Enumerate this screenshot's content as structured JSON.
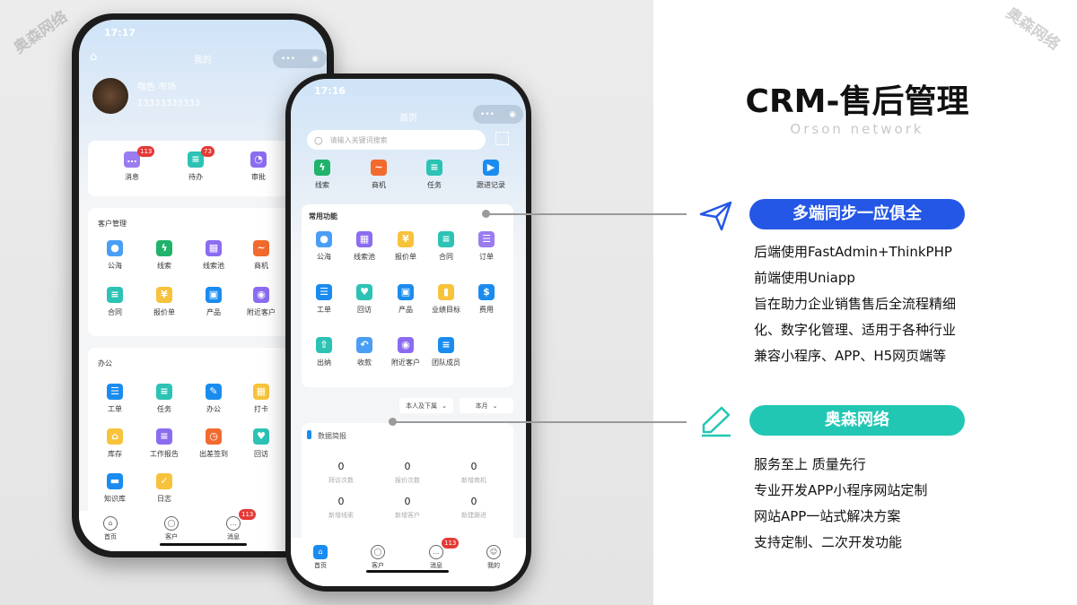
{
  "watermark": "奥森网络",
  "left_phone": {
    "time": "17:17",
    "title": "我的",
    "user_name": "咖色  市场",
    "user_phone": "13333333333",
    "top_items": [
      {
        "label": "消息",
        "badge": "113",
        "color": "#9b7cf0",
        "glyph": "…"
      },
      {
        "label": "待办",
        "badge": "73",
        "color": "#2cc3b5",
        "glyph": "≡"
      },
      {
        "label": "审批",
        "badge": "",
        "color": "#8b6cf0",
        "glyph": "◔"
      }
    ],
    "customer_section": {
      "title": "客户管理",
      "items": [
        {
          "label": "公海",
          "color": "#4a9ef5",
          "glyph": "●"
        },
        {
          "label": "线索",
          "color": "#1fb36b",
          "glyph": "ϟ"
        },
        {
          "label": "线索池",
          "color": "#8b6cf0",
          "glyph": "▦"
        },
        {
          "label": "商机",
          "color": "#f26a2e",
          "glyph": "~"
        },
        {
          "label": "合同",
          "color": "#2cc3b5",
          "glyph": "≡"
        },
        {
          "label": "报价单",
          "color": "#f7c33c",
          "glyph": "¥"
        },
        {
          "label": "产品",
          "color": "#1a8cf0",
          "glyph": "▣"
        },
        {
          "label": "附近客户",
          "color": "#8b6cf0",
          "glyph": "◉"
        }
      ]
    },
    "office_section": {
      "title": "办公",
      "items": [
        {
          "label": "工单",
          "color": "#1a8cf0",
          "glyph": "☰"
        },
        {
          "label": "任务",
          "color": "#2cc3b5",
          "glyph": "≡"
        },
        {
          "label": "办公",
          "color": "#1a8cf0",
          "glyph": "✎"
        },
        {
          "label": "打卡",
          "color": "#f7c33c",
          "glyph": "▦"
        },
        {
          "label": "库存",
          "color": "#f7c33c",
          "glyph": "⌂"
        },
        {
          "label": "工作报告",
          "color": "#8b6cf0",
          "glyph": "≡"
        },
        {
          "label": "出差签到",
          "color": "#f26a2e",
          "glyph": "◷"
        },
        {
          "label": "回访",
          "color": "#2cc3b5",
          "glyph": "♥"
        },
        {
          "label": "知识库",
          "color": "#1a8cf0",
          "glyph": "▬"
        },
        {
          "label": "日志",
          "color": "#f7c33c",
          "glyph": "✓"
        }
      ]
    },
    "tabs": [
      {
        "label": "首页",
        "glyph": "⌂"
      },
      {
        "label": "客户",
        "glyph": "◯"
      },
      {
        "label": "消息",
        "glyph": "…",
        "badge": "113"
      }
    ]
  },
  "right_phone": {
    "time": "17:16",
    "title": "首页",
    "search_placeholder": "请输入关键词搜索",
    "quick_items": [
      {
        "label": "线索",
        "color": "#1fb36b",
        "glyph": "ϟ"
      },
      {
        "label": "商机",
        "color": "#f26a2e",
        "glyph": "~"
      },
      {
        "label": "任务",
        "color": "#2cc3b5",
        "glyph": "≡"
      },
      {
        "label": "跟进记录",
        "color": "#1a8cf0",
        "glyph": "▶"
      }
    ],
    "common": {
      "title": "常用功能",
      "items": [
        {
          "label": "公海",
          "color": "#4a9ef5",
          "glyph": "●"
        },
        {
          "label": "线索池",
          "color": "#8b6cf0",
          "glyph": "▦"
        },
        {
          "label": "报价单",
          "color": "#f7c33c",
          "glyph": "¥"
        },
        {
          "label": "合同",
          "color": "#2cc3b5",
          "glyph": "≡"
        },
        {
          "label": "订单",
          "color": "#9b7cf0",
          "glyph": "☰"
        },
        {
          "label": "工单",
          "color": "#1a8cf0",
          "glyph": "☰"
        },
        {
          "label": "回访",
          "color": "#2cc3b5",
          "glyph": "♥"
        },
        {
          "label": "产品",
          "color": "#1a8cf0",
          "glyph": "▣"
        },
        {
          "label": "业绩目标",
          "color": "#f7c33c",
          "glyph": "▮"
        },
        {
          "label": "费用",
          "color": "#1a8cf0",
          "glyph": "$"
        },
        {
          "label": "出纳",
          "color": "#2cc3b5",
          "glyph": "⇧"
        },
        {
          "label": "收款",
          "color": "#4a9ef5",
          "glyph": "↶"
        },
        {
          "label": "附近客户",
          "color": "#8b6cf0",
          "glyph": "◉"
        },
        {
          "label": "团队成员",
          "color": "#1a8cf0",
          "glyph": "≡"
        }
      ]
    },
    "filters": [
      "本人及下属",
      "本月"
    ],
    "report": {
      "title": "数据简报",
      "stats": [
        {
          "value": "0",
          "label": "拜访次数"
        },
        {
          "value": "0",
          "label": "报价次数"
        },
        {
          "value": "0",
          "label": "新增商机"
        },
        {
          "value": "0",
          "label": "新增线索"
        },
        {
          "value": "0",
          "label": "新增客户"
        },
        {
          "value": "0",
          "label": "新建跟进"
        }
      ]
    },
    "tabs": [
      {
        "label": "首页",
        "glyph": "⌂"
      },
      {
        "label": "客户",
        "glyph": "◯"
      },
      {
        "label": "消息",
        "glyph": "…",
        "badge": "113"
      },
      {
        "label": "我的",
        "glyph": "☺"
      }
    ]
  },
  "promo": {
    "title": "CRM-售后管理",
    "subtitle": "Orson network",
    "feature1": {
      "heading": "多端同步一应俱全",
      "color": "#2457e6",
      "lines": [
        "后端使用FastAdmin+ThinkPHP",
        "前端使用Uniapp",
        "旨在助力企业销售售后全流程精细",
        "化、数字化管理、适用于各种行业",
        "兼容小程序、APP、H5网页端等"
      ]
    },
    "feature2": {
      "heading": "奥森网络",
      "color": "#22c7b4",
      "lines": [
        "服务至上 质量先行",
        "专业开发APP小程序网站定制",
        "网站APP一站式解决方案",
        "支持定制、二次开发功能"
      ]
    }
  }
}
